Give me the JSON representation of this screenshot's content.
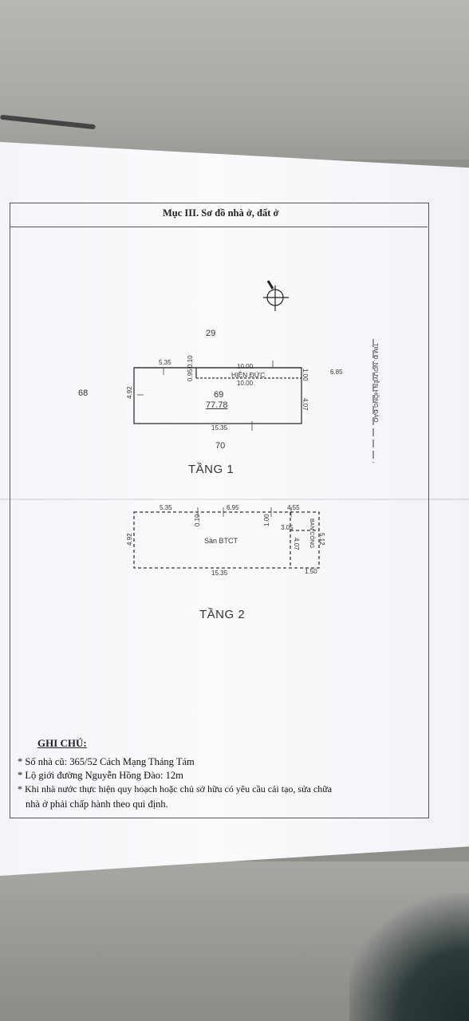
{
  "section_title": "Mục III. Sơ đồ nhà ở, đất ở",
  "neighbors": {
    "north": "29",
    "west": "68",
    "south": "70",
    "east": "6.85"
  },
  "street": "TIM Đ. NGUYỄN HỒNG ĐÀO",
  "floor1": {
    "label": "TẦNG 1",
    "lot_number": "69",
    "area": "77.78",
    "neighbor_name": "HIỀN ĐỨC",
    "dims": {
      "left_top": "5.35",
      "top_a": "10.00",
      "top_b": "10.00",
      "width_left": "4.92",
      "gap_a": "0.95",
      "gap_b": "0.10",
      "right_a": "1.00",
      "right_b": "4.07",
      "bottom": "15.35"
    }
  },
  "floor2": {
    "label": "TẦNG 2",
    "slab_label": "Sàn BTCT",
    "balcony_label": "BAN CÔNG",
    "dims": {
      "top_a": "5.35",
      "top_b": "6.95",
      "top_c": "4.55",
      "left": "4.92",
      "mid": "0.10",
      "balcony_a": "1.00",
      "balcony_b": "3.05",
      "balcony_c": "4.07",
      "right": "5.12",
      "bottom": "15.35",
      "bottom_right": "1.50"
    }
  },
  "notes": {
    "heading": "GHI CHÚ:",
    "items": [
      "* Số nhà cũ: 365/52 Cách Mạng Tháng Tám",
      "* Lộ giới đường Nguyễn Hồng Đào: 12m",
      "* Khi nhà nước thực hiện quy hoạch hoặc chủ sở hữu có yêu cầu cải tạo, sửa chữa",
      "nhà ở phải chấp hành theo qui định."
    ]
  }
}
